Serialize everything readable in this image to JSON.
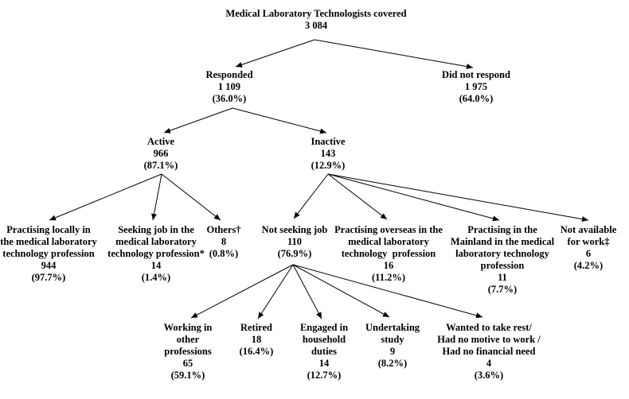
{
  "diagram": {
    "type": "tree-flowchart",
    "title": "Medical Laboratory Technologists covered",
    "text_color": "#000000",
    "background_color": "#ffffff",
    "line_color": "#000000",
    "nodes": {
      "root": {
        "lines": [
          "Medical Laboratory Technologists covered",
          "3 084"
        ]
      },
      "responded": {
        "lines": [
          "Responded",
          "1 109",
          "(36.0%)"
        ]
      },
      "did_not_respond": {
        "lines": [
          "Did not respond",
          "1 975",
          "(64.0%)"
        ]
      },
      "active": {
        "lines": [
          "Active",
          "966",
          "(87.1%)"
        ]
      },
      "inactive": {
        "lines": [
          "Inactive",
          "143",
          "(12.9%)"
        ]
      },
      "practising_locally": {
        "lines": [
          "Practising locally in",
          "the medical laboratory",
          "technology profession",
          "944",
          "(97.7%)"
        ]
      },
      "seeking_job": {
        "lines": [
          "Seeking job in the",
          "medical laboratory",
          "technology profession*",
          "14",
          "(1.4%)"
        ]
      },
      "others": {
        "lines": [
          "Others†",
          "8",
          "(0.8%)"
        ]
      },
      "not_seeking_job": {
        "lines": [
          "Not seeking job",
          "110",
          "(76.9%)"
        ]
      },
      "practising_overseas": {
        "lines": [
          "Practising overseas in the",
          "medical laboratory",
          "technology  profession",
          "16",
          "(11.2%)"
        ]
      },
      "mainland": {
        "lines": [
          "Practising in the",
          "Mainland in the medical",
          "laboratory technology",
          "profession",
          "11",
          "(7.7%)"
        ]
      },
      "not_available": {
        "lines": [
          "Not available",
          "for work‡",
          "6",
          "(4.2%)"
        ]
      },
      "working_other": {
        "lines": [
          "Working in",
          "other",
          "professions",
          "65",
          "(59.1%)"
        ]
      },
      "retired": {
        "lines": [
          "Retired",
          "18",
          "(16.4%)"
        ]
      },
      "engaged_household": {
        "lines": [
          "Engaged in",
          "household",
          "duties",
          "14",
          "(12.7%)"
        ]
      },
      "undertaking_study": {
        "lines": [
          "Undertaking",
          "study",
          "9",
          "(8.2%)"
        ]
      },
      "wanted_rest": {
        "lines": [
          "Wanted to take rest/",
          "Had no motive to work /",
          "Had no financial need",
          "4",
          "(3.6%)"
        ]
      }
    },
    "edges": [
      {
        "from": "root",
        "to": "responded"
      },
      {
        "from": "root",
        "to": "did_not_respond"
      },
      {
        "from": "responded",
        "to": "active"
      },
      {
        "from": "responded",
        "to": "inactive"
      },
      {
        "from": "active",
        "to": "practising_locally"
      },
      {
        "from": "active",
        "to": "seeking_job"
      },
      {
        "from": "active",
        "to": "others"
      },
      {
        "from": "inactive",
        "to": "not_seeking_job"
      },
      {
        "from": "inactive",
        "to": "practising_overseas"
      },
      {
        "from": "inactive",
        "to": "mainland"
      },
      {
        "from": "inactive",
        "to": "not_available"
      },
      {
        "from": "not_seeking_job",
        "to": "working_other"
      },
      {
        "from": "not_seeking_job",
        "to": "retired"
      },
      {
        "from": "not_seeking_job",
        "to": "engaged_household"
      },
      {
        "from": "not_seeking_job",
        "to": "undertaking_study"
      },
      {
        "from": "not_seeking_job",
        "to": "wanted_rest"
      }
    ]
  }
}
